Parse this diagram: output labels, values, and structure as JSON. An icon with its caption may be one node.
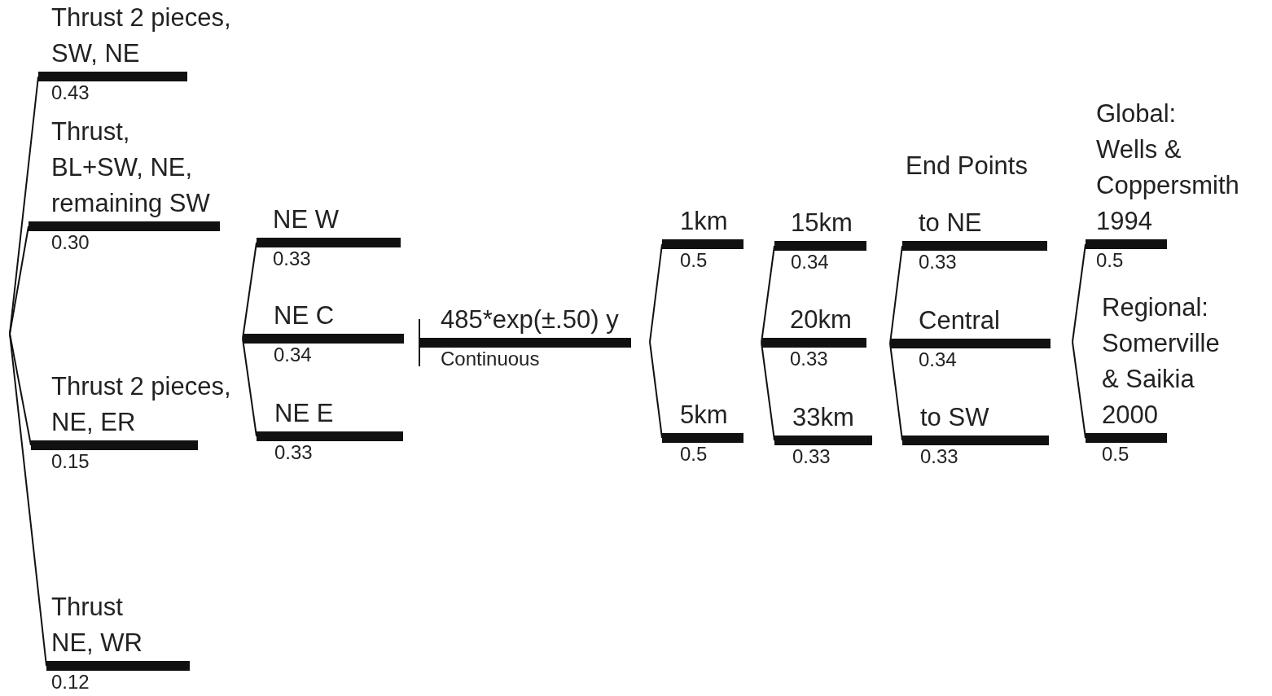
{
  "diagram": {
    "nodes": [
      {
        "text": [
          "Thrust 2 pieces, SW, NE",
          "0.43"
        ]
      },
      {
        "text": [
          "Thrust, BL+SW, NE, remaining SW",
          "0.30"
        ]
      },
      {
        "text": [
          "Thrust 2 pieces, NE, ER",
          "0.15"
        ]
      },
      {
        "text": [
          "Thrust NE, WR",
          "0.12"
        ]
      },
      {
        "text": [
          "NE W",
          "0.33"
        ]
      },
      {
        "text": [
          "NE C",
          "0.34"
        ]
      },
      {
        "text": [
          "NE E",
          "0.33"
        ]
      },
      {
        "text": [
          "485*exp(±.50) y",
          "Continuous"
        ]
      },
      {
        "text": [
          "1km",
          "0.5"
        ]
      },
      {
        "text": [
          "5km",
          "0.5"
        ]
      },
      {
        "text": [
          "15km",
          "0.34"
        ]
      },
      {
        "text": [
          "20km",
          "0.33"
        ]
      },
      {
        "text": [
          "33km",
          "0.33"
        ]
      },
      {
        "text": [
          "to NE",
          "0.33"
        ]
      },
      {
        "text": [
          "Central",
          "0.34"
        ]
      },
      {
        "text": [
          "to SW",
          "0.33"
        ]
      },
      {
        "text": [
          "Global: Wells & Coppersmith 1994",
          "0.5"
        ]
      },
      {
        "text": [
          "Regional: Somerville & Saikia 2000",
          "0.5"
        ]
      }
    ],
    "edges": [
      {
        "from": null,
        "to": 0,
        "arrow": "none"
      },
      {
        "from": null,
        "to": 1,
        "arrow": "none"
      },
      {
        "from": null,
        "to": 2,
        "arrow": "none"
      },
      {
        "from": null,
        "to": 3,
        "arrow": "none"
      },
      {
        "from": 5,
        "to": 4,
        "arrow": "none"
      },
      {
        "from": 5,
        "to": 6,
        "arrow": "none"
      },
      {
        "from": null,
        "to": 8,
        "arrow": "none"
      },
      {
        "from": null,
        "to": 9,
        "arrow": "none"
      },
      {
        "from": 11,
        "to": 10,
        "arrow": "none"
      },
      {
        "from": 11,
        "to": 12,
        "arrow": "none"
      },
      {
        "from": 14,
        "to": 13,
        "arrow": "none"
      },
      {
        "from": 14,
        "to": 15,
        "arrow": "none"
      },
      {
        "from": null,
        "to": 16,
        "arrow": "none"
      },
      {
        "from": null,
        "to": 17,
        "arrow": "none"
      }
    ],
    "labels": [
      "End Points"
    ]
  }
}
